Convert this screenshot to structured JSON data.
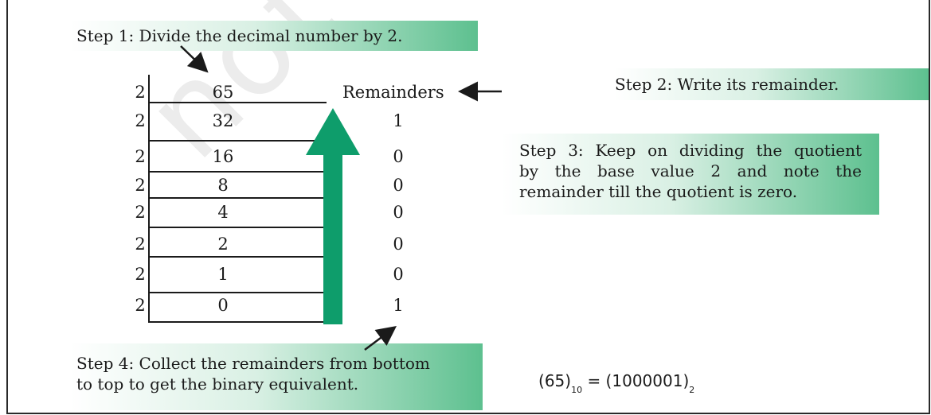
{
  "watermark": "not to",
  "steps": {
    "step1": "Step 1: Divide the decimal number by 2.",
    "step2": "Step 2: Write its remainder.",
    "step3_lines": [
      "Step 3: Keep on dividing the quotient",
      "by the base value 2 and note the",
      "remainder till the quotient is zero."
    ],
    "step4_lines": [
      "Step 4: Collect the remainders from bottom",
      "to top to get the binary equivalent."
    ]
  },
  "table": {
    "divisor": "2",
    "remainders_header": "Remainders",
    "rows": [
      {
        "divisor": "2",
        "quotient": "65",
        "remainder": ""
      },
      {
        "divisor": "2",
        "quotient": "32",
        "remainder": "1"
      },
      {
        "divisor": "2",
        "quotient": "16",
        "remainder": "0"
      },
      {
        "divisor": "2",
        "quotient": "8",
        "remainder": "0"
      },
      {
        "divisor": "2",
        "quotient": "4",
        "remainder": "0"
      },
      {
        "divisor": "2",
        "quotient": "2",
        "remainder": "0"
      },
      {
        "divisor": "2",
        "quotient": "1",
        "remainder": "0"
      },
      {
        "divisor": "2",
        "quotient": "0",
        "remainder": "1"
      }
    ]
  },
  "result": {
    "decimal": "65",
    "decimal_base": "10",
    "equals": "=",
    "binary": "1000001",
    "binary_base": "2"
  },
  "colors": {
    "accent": "#0e9d6b",
    "box_gradient_end": "#5dc08f",
    "text": "#1a1a1a"
  }
}
